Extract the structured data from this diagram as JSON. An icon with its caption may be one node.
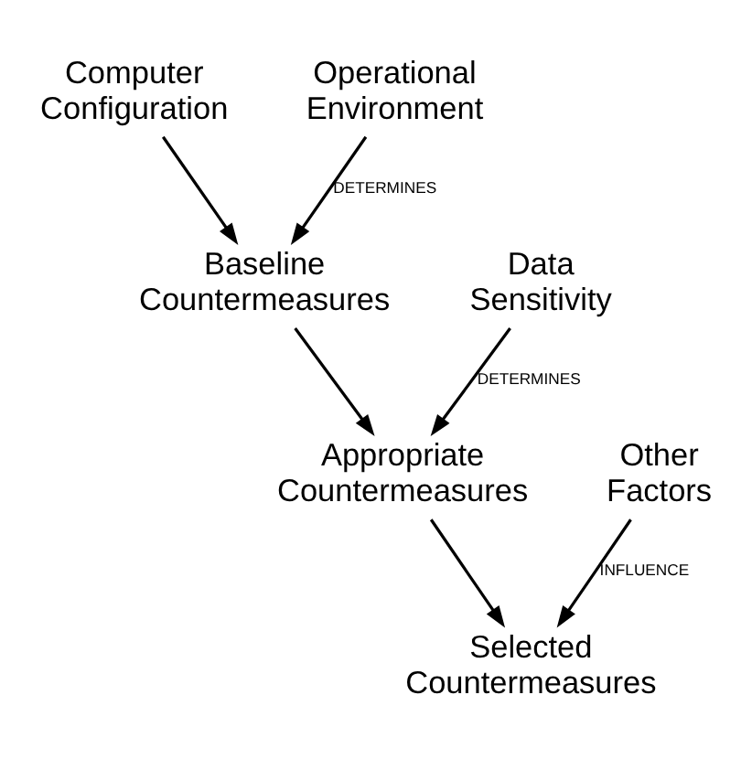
{
  "diagram": {
    "nodes": [
      {
        "text": [
          "Computer Configuration"
        ]
      },
      {
        "text": [
          "Operational Environment"
        ]
      },
      {
        "text": [
          "Baseline Countermeasures"
        ]
      },
      {
        "text": [
          "Data Sensitivity"
        ]
      },
      {
        "text": [
          "Appropriate Countermeasures"
        ]
      },
      {
        "text": [
          "Other Factors"
        ]
      },
      {
        "text": [
          "Selected Countermeasures"
        ]
      }
    ],
    "edges": [
      {
        "from": 0,
        "to": 2,
        "arrow": "to"
      },
      {
        "from": 1,
        "to": 2,
        "arrow": "to",
        "label": "DETERMINES"
      },
      {
        "from": 2,
        "to": 4,
        "arrow": "to"
      },
      {
        "from": 3,
        "to": 4,
        "arrow": "to",
        "label": "DETERMINES"
      },
      {
        "from": 4,
        "to": 6,
        "arrow": "to"
      },
      {
        "from": 5,
        "to": 6,
        "arrow": "to",
        "label": "INFLUENCE"
      }
    ]
  }
}
